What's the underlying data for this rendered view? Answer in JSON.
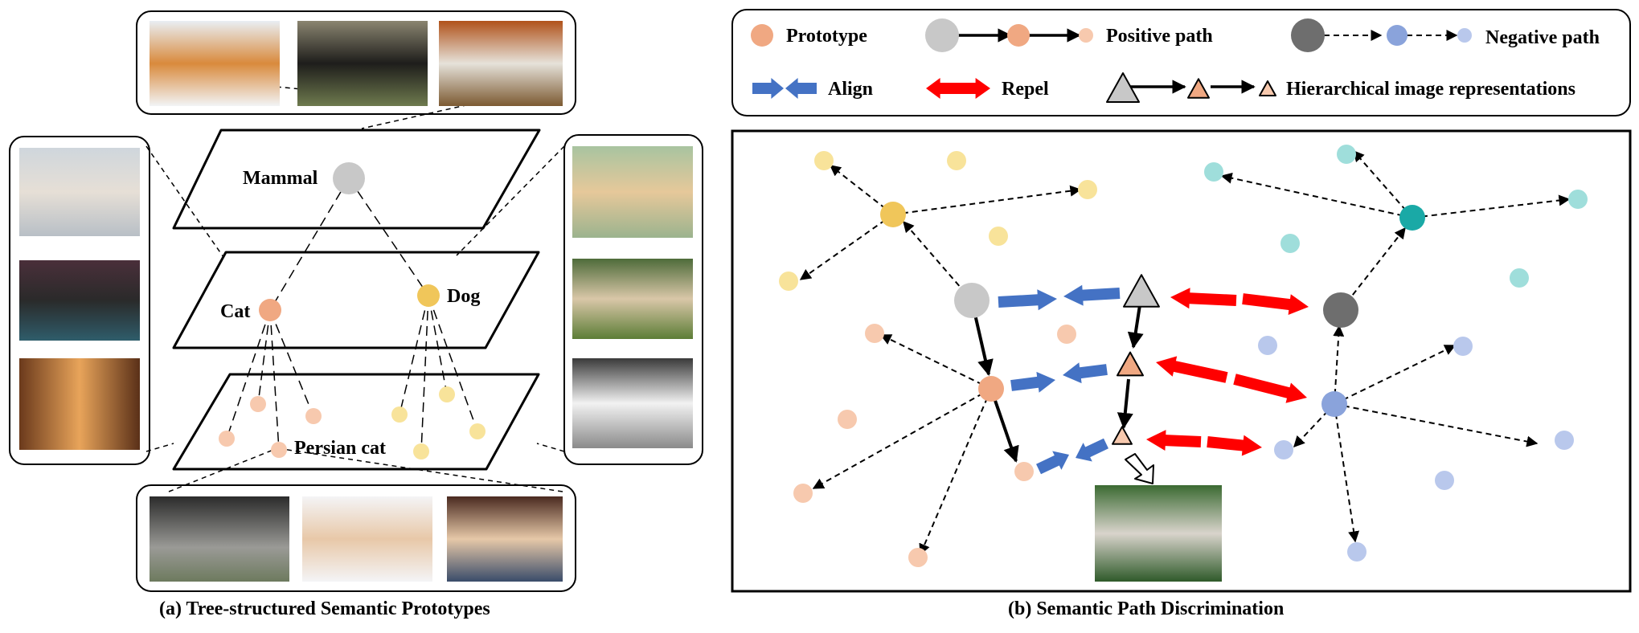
{
  "panel_a": {
    "caption": "(a) Tree-structured Semantic Prototypes",
    "labels": {
      "mammal": "Mammal",
      "cat": "Cat",
      "dog": "Dog",
      "persian_cat": "Persian cat"
    },
    "images": {
      "top": [
        "tiger-photo",
        "black-bear-photo",
        "white-wolf-photo"
      ],
      "left": [
        "siamese-cat-photo",
        "black-white-cat-photo",
        "tabby-cat-window-photo"
      ],
      "right": [
        "golden-puppy-photo",
        "bulldog-photo",
        "samoyed-photo"
      ],
      "bottom": [
        "persian-cat-gray-photo",
        "persian-cat-calico-photo",
        "persian-cat-cream-photo"
      ]
    }
  },
  "panel_b": {
    "caption": "(b) Semantic Path Discrimination",
    "legend": {
      "prototype": "Prototype",
      "positive_path": "Positive path",
      "negative_path": "Negative path",
      "align": "Align",
      "repel": "Repel",
      "hierarchical": "Hierarchical image representations"
    },
    "images": [
      "persian-kitten-photo"
    ]
  },
  "colors": {
    "gray": "#c8c8c8",
    "dark_gray": "#6e6e6e",
    "orange": "#f0a882",
    "light_orange": "#f7c9ae",
    "yellow": "#f0c65a",
    "light_yellow": "#f8e39a",
    "teal": "#1aa9a6",
    "light_teal": "#9fdedb",
    "blue": "#8aa3db",
    "light_blue": "#b9c8ec",
    "align_blue": "#4472c4",
    "repel_red": "#ff0000"
  }
}
